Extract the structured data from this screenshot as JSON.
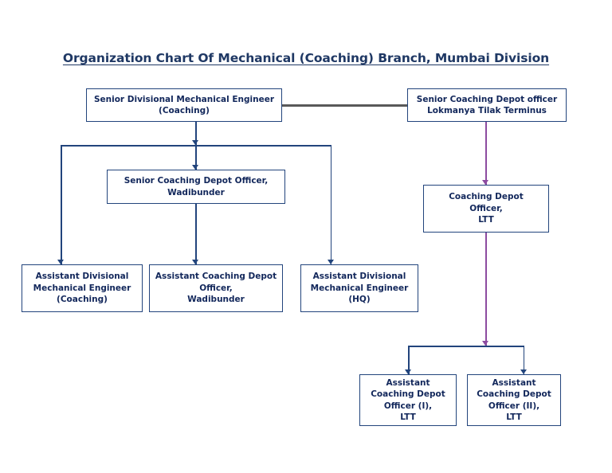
{
  "chart": {
    "title": "Organization Chart Of Mechanical (Coaching) Branch, Mumbai Division",
    "type": "org-chart",
    "colors": {
      "box_border": "#22447C",
      "box_fill": "#FFFFFF",
      "text": "#12275B",
      "title": "#1F3864",
      "connector_primary": "#22447C",
      "connector_secondary": "#8C4BA0",
      "connector_lateral": "#595959"
    },
    "nodes": [
      {
        "id": "sr-dme-coaching",
        "label": "Senior Divisional Mechanical Engineer\n(Coaching)",
        "level": 0
      },
      {
        "id": "sr-cdo-ltt",
        "label": "Senior Coaching Depot officer\nLokmanya Tilak Terminus",
        "level": 0
      },
      {
        "id": "sr-cdo-wadibunder",
        "label": "Senior Coaching Depot Officer,\nWadibunder",
        "level": 1
      },
      {
        "id": "cdo-ltt",
        "label": "Coaching Depot\nOfficer,\nLTT",
        "level": 1
      },
      {
        "id": "adme-coaching",
        "label": "Assistant Divisional\nMechanical Engineer\n(Coaching)",
        "level": 2
      },
      {
        "id": "acdo-wadibunder",
        "label": "Assistant Coaching Depot\nOfficer,\nWadibunder",
        "level": 2
      },
      {
        "id": "adme-hq",
        "label": "Assistant Divisional\nMechanical Engineer\n(HQ)",
        "level": 2
      },
      {
        "id": "acdo-ltt-1",
        "label": "Assistant\nCoaching Depot\nOfficer (I),\nLTT",
        "level": 3
      },
      {
        "id": "acdo-ltt-2",
        "label": "Assistant\nCoaching Depot\nOfficer (II),\nLTT",
        "level": 3
      }
    ],
    "edges": [
      {
        "from": "sr-dme-coaching",
        "to": "sr-cdo-ltt",
        "style": "lateral"
      },
      {
        "from": "sr-dme-coaching",
        "to": "sr-cdo-wadibunder",
        "style": "primary"
      },
      {
        "from": "sr-dme-coaching",
        "to": "adme-coaching",
        "style": "primary"
      },
      {
        "from": "sr-dme-coaching",
        "to": "adme-hq",
        "style": "primary"
      },
      {
        "from": "sr-cdo-wadibunder",
        "to": "acdo-wadibunder",
        "style": "primary"
      },
      {
        "from": "sr-cdo-ltt",
        "to": "cdo-ltt",
        "style": "secondary"
      },
      {
        "from": "cdo-ltt",
        "to": "acdo-ltt-1",
        "style": "secondary"
      },
      {
        "from": "cdo-ltt",
        "to": "acdo-ltt-2",
        "style": "secondary"
      }
    ]
  }
}
